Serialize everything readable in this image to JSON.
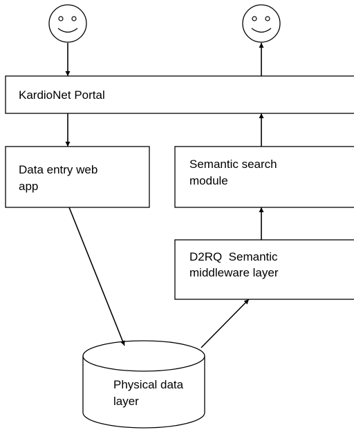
{
  "diagram": {
    "portal": "KardioNet Portal",
    "data_entry": [
      "Data entry web",
      "app"
    ],
    "semantic_search": [
      "Semantic search",
      "module"
    ],
    "middleware": [
      "D2RQ  Semantic",
      "middleware layer"
    ],
    "physical": [
      "Physical data",
      "layer"
    ],
    "actors": [
      "smiley-icon",
      "smiley-icon"
    ]
  }
}
